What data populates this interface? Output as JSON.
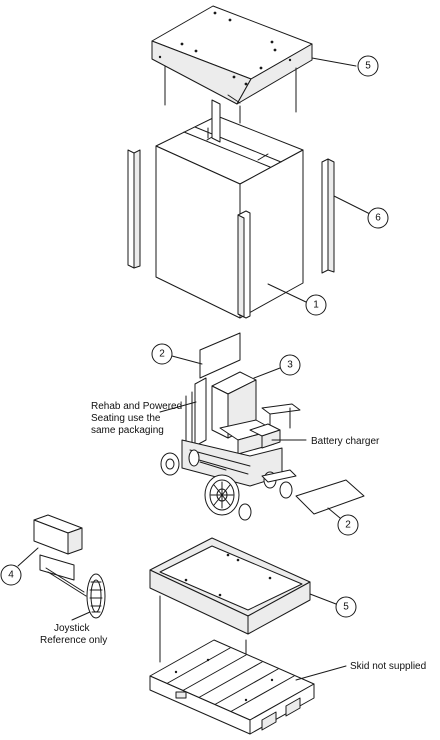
{
  "callouts": [
    {
      "id": "lid",
      "num": "5"
    },
    {
      "id": "sleeve",
      "num": "6"
    },
    {
      "id": "box",
      "num": "1"
    },
    {
      "id": "card-top",
      "num": "2"
    },
    {
      "id": "insert",
      "num": "3"
    },
    {
      "id": "card-bottom",
      "num": "2"
    },
    {
      "id": "joystick",
      "num": "4"
    },
    {
      "id": "tray",
      "num": "5"
    }
  ],
  "notes": {
    "rehab_line1": "Rehab and Powered",
    "rehab_line2": "Seating use the",
    "rehab_line3": "same packaging",
    "battery_charger": "Battery charger",
    "joystick_line1": "Joystick",
    "joystick_line2": "Reference only",
    "skid": "Skid not supplied"
  }
}
